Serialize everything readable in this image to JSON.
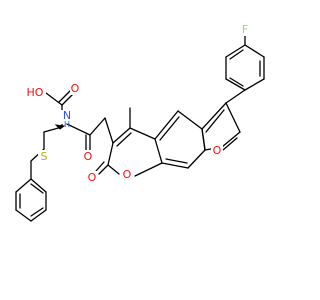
{
  "molecule": {
    "colors": {
      "oxygen": "#ff0d0d",
      "nitrogen": "#3050f8",
      "fluorine": "#90e050",
      "sulfur": "#b2b200",
      "carbon": "#000000"
    },
    "labels": [
      {
        "id": "F",
        "text": "F",
        "element": "fluorine"
      },
      {
        "id": "HO",
        "text": "HO",
        "element": "oxygen"
      },
      {
        "id": "O_acid",
        "text": "O",
        "element": "oxygen"
      },
      {
        "id": "NH_N",
        "text": "N",
        "element": "nitrogen"
      },
      {
        "id": "NH_H",
        "text": "H",
        "element": "nitrogen"
      },
      {
        "id": "O_amide",
        "text": "O",
        "element": "oxygen"
      },
      {
        "id": "O_furan",
        "text": "O",
        "element": "oxygen"
      },
      {
        "id": "O_ring",
        "text": "O",
        "element": "oxygen"
      },
      {
        "id": "O_keto",
        "text": "O",
        "element": "oxygen"
      },
      {
        "id": "S",
        "text": "S",
        "element": "sulfur"
      }
    ]
  }
}
